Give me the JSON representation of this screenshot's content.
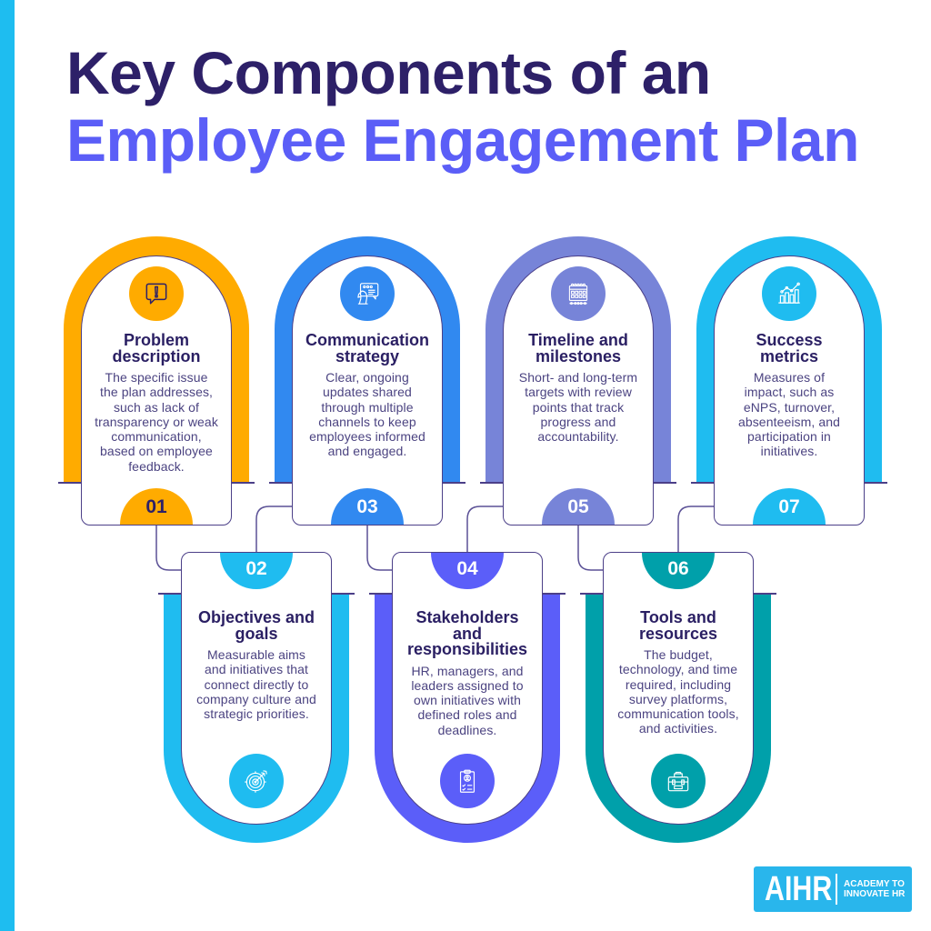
{
  "header": {
    "title_line1": "Key Components of an",
    "title_line2": "Employee Engagement Plan",
    "title_line1_color": "#2d2068",
    "title_line2_color": "#5b5ef7"
  },
  "accent_stripe_color": "#1ebdf0",
  "components": [
    {
      "number": "01",
      "title": "Problem\ndescription",
      "description": "The specific issue\nthe plan addresses,\nsuch as lack of\ntransparency or weak\ncommunication,\nbased on employee\nfeedback.",
      "color": "#ffab00",
      "icon": "alert-speech-bubble-icon"
    },
    {
      "number": "02",
      "title": "Objectives and\ngoals",
      "description": "Measurable aims\nand initiatives that\nconnect directly to\ncompany culture and\nstrategic priorities.",
      "color": "#1fbcf0",
      "icon": "target-arrow-icon"
    },
    {
      "number": "03",
      "title": "Communication\nstrategy",
      "description": "Clear, ongoing\nupdates shared\nthrough multiple\nchannels to keep\nemployees informed\nand engaged.",
      "color": "#3189f0",
      "icon": "strategy-chat-icon"
    },
    {
      "number": "04",
      "title": "Stakeholders\nand\nresponsibilities",
      "description": "HR, managers, and\nleaders assigned to\nown initiatives with\ndefined roles and\ndeadlines.",
      "color": "#5b5ef9",
      "icon": "clipboard-person-icon"
    },
    {
      "number": "05",
      "title": "Timeline and\nmilestones",
      "description": "Short- and long-term\ntargets with review\npoints that track\nprogress and\naccountability.",
      "color": "#7784d8",
      "icon": "calendar-icon"
    },
    {
      "number": "06",
      "title": "Tools and\nresources",
      "description": "The budget,\ntechnology, and time\nrequired, including\nsurvey platforms,\ncommunication tools,\nand activities.",
      "color": "#00a0aa",
      "icon": "toolbox-icon"
    },
    {
      "number": "07",
      "title": "Success\nmetrics",
      "description": "Measures of\nimpact, such as\neNPS, turnover,\nabsenteeism, and\nparticipation in\ninitiatives.",
      "color": "#1fbcf0",
      "icon": "growth-chart-icon"
    }
  ],
  "logo": {
    "mark": "AIHR",
    "tagline_line1": "ACADEMY TO",
    "tagline_line2": "INNOVATE HR",
    "color": "#29b6ec"
  }
}
